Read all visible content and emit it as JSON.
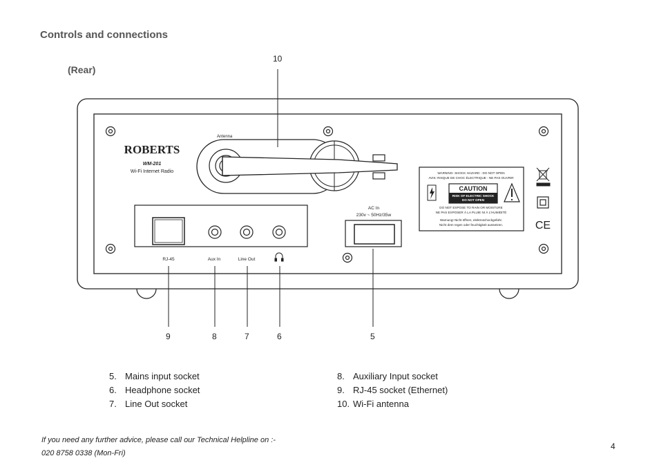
{
  "header": {
    "title": "Controls and connections",
    "subtitle": "(Rear)"
  },
  "device": {
    "brand": "ROBERTS",
    "model": "WM-201",
    "product": "Wi-Fi Internet Radio",
    "antenna_label": "Antenna",
    "ac_label": "AC In",
    "ac_spec": "230v ~ 50Hz/35w",
    "port_labels": {
      "rj45": "RJ-45",
      "aux_in": "Aux In",
      "line_out": "Line Out"
    },
    "warning": {
      "line1": "WARNING: SHOCK HAZARD - DO NOT OPEN",
      "line2": "AVIS: RISQUE DE CHOC ÉLECTRIQUE - NE PAS OUVRIR",
      "caution": "CAUTION",
      "caution_sub1": "RISK OF ELECTRIC SHOCK",
      "caution_sub2": "DO NOT OPEN",
      "line3": "DO NOT EXPOSE TO RAIN OR MOISTURE",
      "line4": "NE PAS EXPOSER À LA PLUIE NI À L'HUMIDITÉ",
      "line5": "Warnung! Nicht öffnen, elektroschockgefahr.",
      "line6": "Nicht dem regen oder feuchtigkeit aussetzen."
    },
    "ce_mark": "CE"
  },
  "callouts": {
    "c10": "10",
    "c9": "9",
    "c8": "8",
    "c7": "7",
    "c6": "6",
    "c5": "5"
  },
  "legend": {
    "left": [
      {
        "num": "5.",
        "text": "Mains input socket"
      },
      {
        "num": "6.",
        "text": "Headphone socket"
      },
      {
        "num": "7.",
        "text": "Line Out socket"
      }
    ],
    "right": [
      {
        "num": "8.",
        "text": "Auxiliary Input socket"
      },
      {
        "num": "9.",
        "text": "RJ-45 socket (Ethernet)"
      },
      {
        "num": "10.",
        "text": "Wi-Fi antenna"
      }
    ]
  },
  "footer": {
    "helpline_line1": "If you need any further advice, please call our Technical Helpline on :-",
    "helpline_line2": "020 8758 0338 (Mon-Fri)",
    "page_number": "4"
  }
}
